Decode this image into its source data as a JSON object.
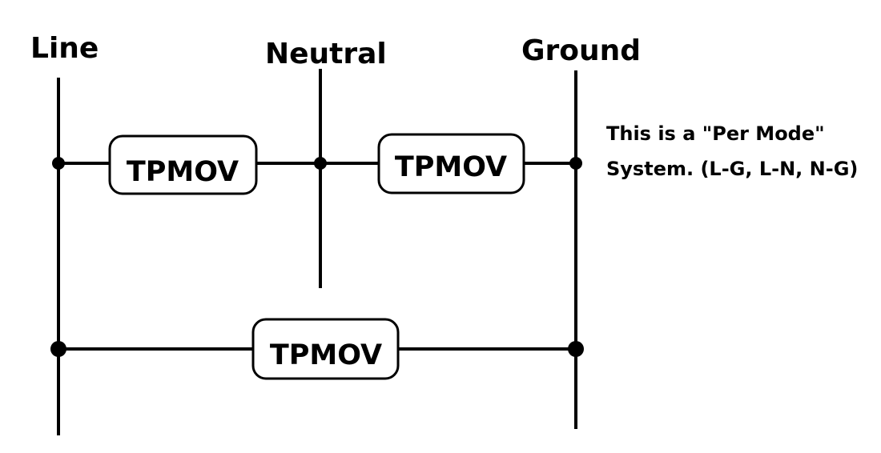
{
  "rails": {
    "line": "Line",
    "neutral": "Neutral",
    "ground": "Ground"
  },
  "components": {
    "line_neutral": "TPMOV",
    "neutral_ground": "TPMOV",
    "line_ground": "TPMOV"
  },
  "note": {
    "line1": "This is a \"Per Mode\"",
    "line2": "System. (L-G, L-N, N-G)"
  },
  "colors": {
    "stroke": "#000000",
    "background": "#ffffff"
  }
}
